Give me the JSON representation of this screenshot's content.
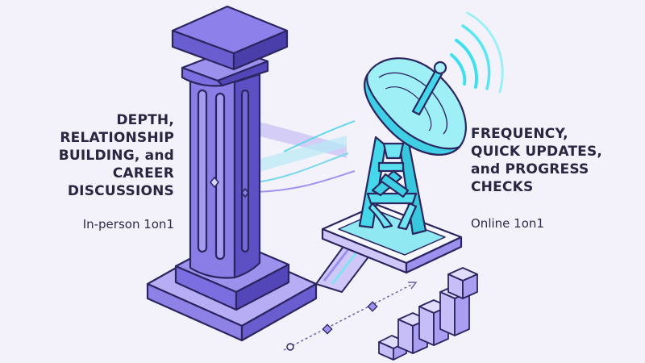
{
  "left": {
    "heading_lines": [
      "DEPTH,",
      "RELATIONSHIP",
      "BUILDING, and",
      "CAREER",
      "DISCUSSIONS"
    ],
    "subtitle": "In-person 1on1"
  },
  "right": {
    "heading_lines": [
      "FREQUENCY,",
      "QUICK UPDATES,",
      "and PROGRESS",
      "CHECKS"
    ],
    "subtitle": "Online 1on1"
  },
  "colors": {
    "background": "#f3f2fb",
    "pillar_main": "#7b6ee0",
    "pillar_dark": "#5346b8",
    "pillar_light": "#a89df0",
    "cyan": "#3fe0ee",
    "outline": "#2b2660",
    "steps": "#b7adf5"
  },
  "icons": [
    "pillar-icon",
    "satellite-dish-icon",
    "signal-waves-icon",
    "step-bars-icon",
    "connector-path-icon"
  ]
}
